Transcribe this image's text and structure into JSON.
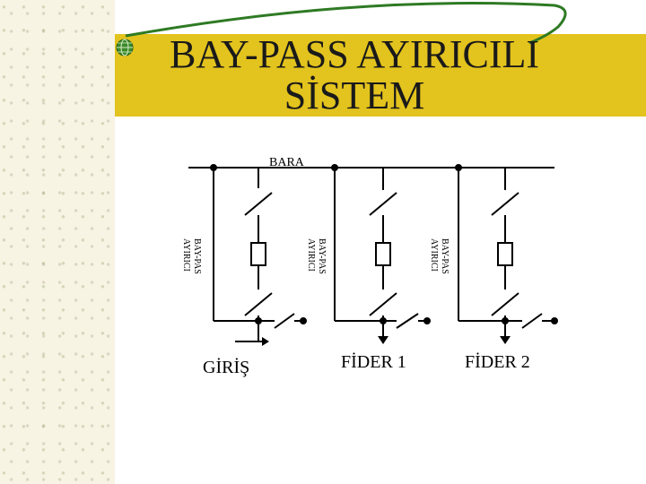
{
  "slide": {
    "title_line1": "BAY-PASS AYIRICILI",
    "title_line2": "SİSTEM"
  },
  "diagram": {
    "busbar_label": "BARA",
    "bypass_label_line1": "BAY-PAS",
    "bypass_label_line2": "AYIRICI",
    "feeders": [
      {
        "label": "GİRİŞ"
      },
      {
        "label": "FİDER 1"
      },
      {
        "label": "FİDER 2"
      }
    ]
  },
  "colors": {
    "title_band": "#e3c31d",
    "decor_green": "#2e7a24",
    "line": "#000000"
  },
  "icons": [
    "globe-bullet-icon"
  ]
}
